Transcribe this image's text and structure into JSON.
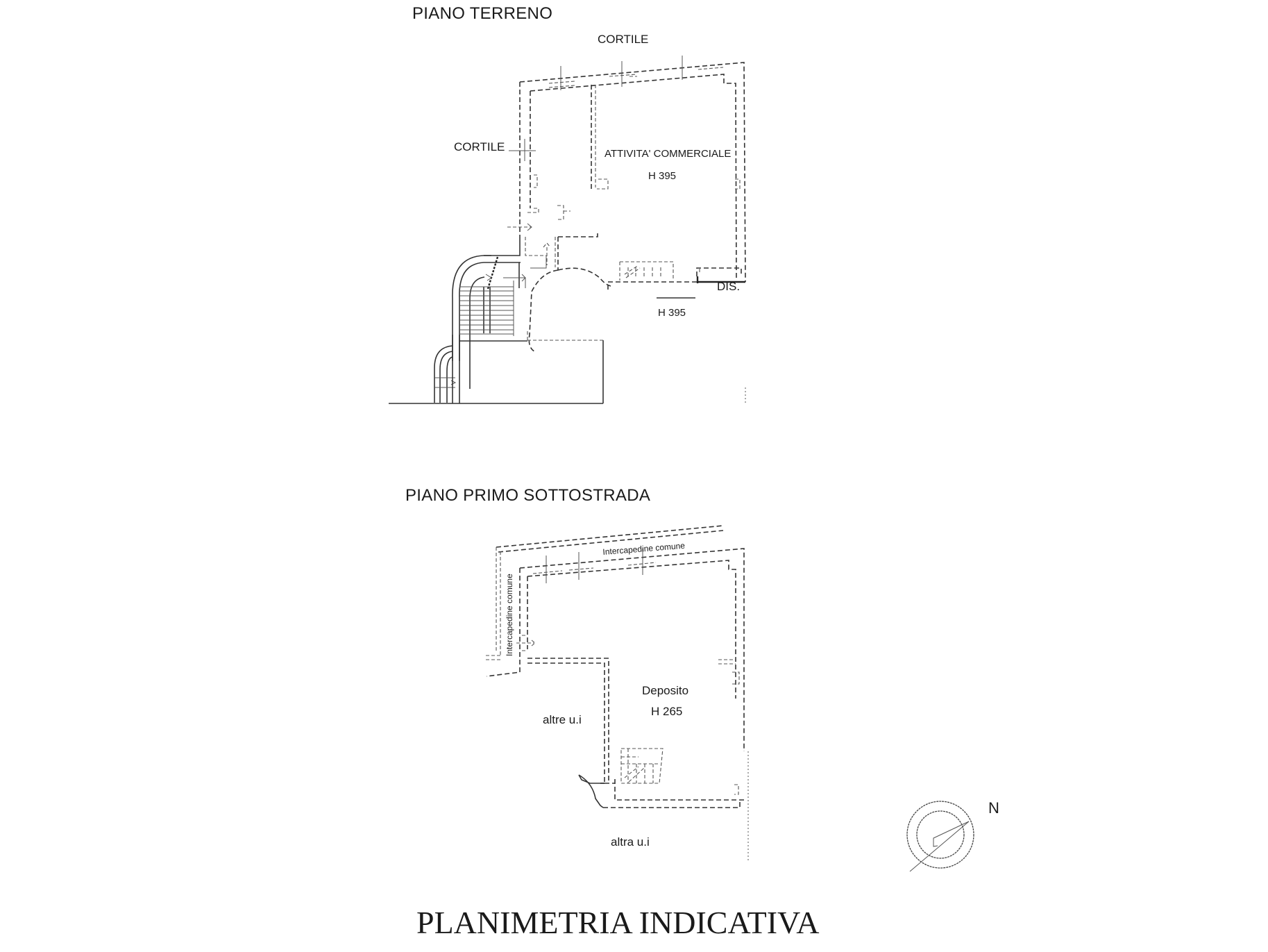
{
  "drawing": {
    "title": "PLANIMETRIA INDICATIVA",
    "north_label": "N",
    "north_arrow_icon": "compass-north-arrow"
  },
  "ground_floor": {
    "title": "PIANO TERRENO",
    "labels": {
      "courtyard_top": "CORTILE",
      "courtyard_left": "CORTILE",
      "room_name": "ATTIVITA' COMMERCIALE",
      "room_height": "H 395",
      "closet": "DIS.",
      "height_note": "H 395"
    }
  },
  "basement_floor": {
    "title": "PIANO PRIMO SOTTOSTRADA",
    "labels": {
      "gap_top": "Intercapedine comune",
      "gap_left": "Intercapedine comune",
      "room_name": "Deposito",
      "room_height": "H 265",
      "other_units": "altre u.i",
      "other_unit": "altra u.i"
    }
  }
}
